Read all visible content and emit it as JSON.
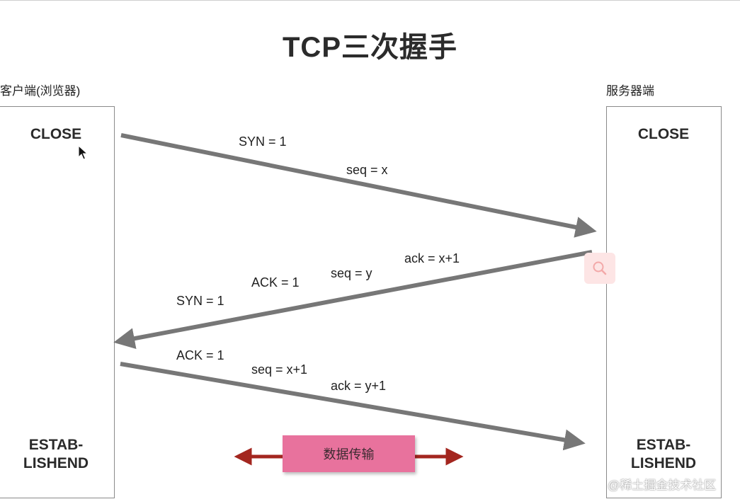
{
  "title": "TCP三次握手",
  "client": {
    "label": "客户端(浏览器)",
    "state_top": "CLOSE",
    "state_bottom_line1": "ESTAB-",
    "state_bottom_line2": "LISHEND"
  },
  "server": {
    "label": "服务器端",
    "state_top": "CLOSE",
    "state_bottom_line1": "ESTAB-",
    "state_bottom_line2": "LISHEND"
  },
  "handshake": {
    "step1": {
      "syn": "SYN = 1",
      "seq": "seq = x"
    },
    "step2": {
      "ack_num": "ack = x+1",
      "seq": "seq = y",
      "ack_flag": "ACK = 1",
      "syn": "SYN = 1"
    },
    "step3": {
      "ack_flag": "ACK = 1",
      "seq": "seq = x+1",
      "ack_num": "ack = y+1"
    }
  },
  "transfer_label": "数据传输",
  "watermark": "@稀土掘金技术社区",
  "colors": {
    "arrow": "#777777",
    "transfer_box": "#e8729d",
    "transfer_arrow": "#a3261f"
  },
  "icons": [
    "search-icon",
    "cursor-icon"
  ]
}
